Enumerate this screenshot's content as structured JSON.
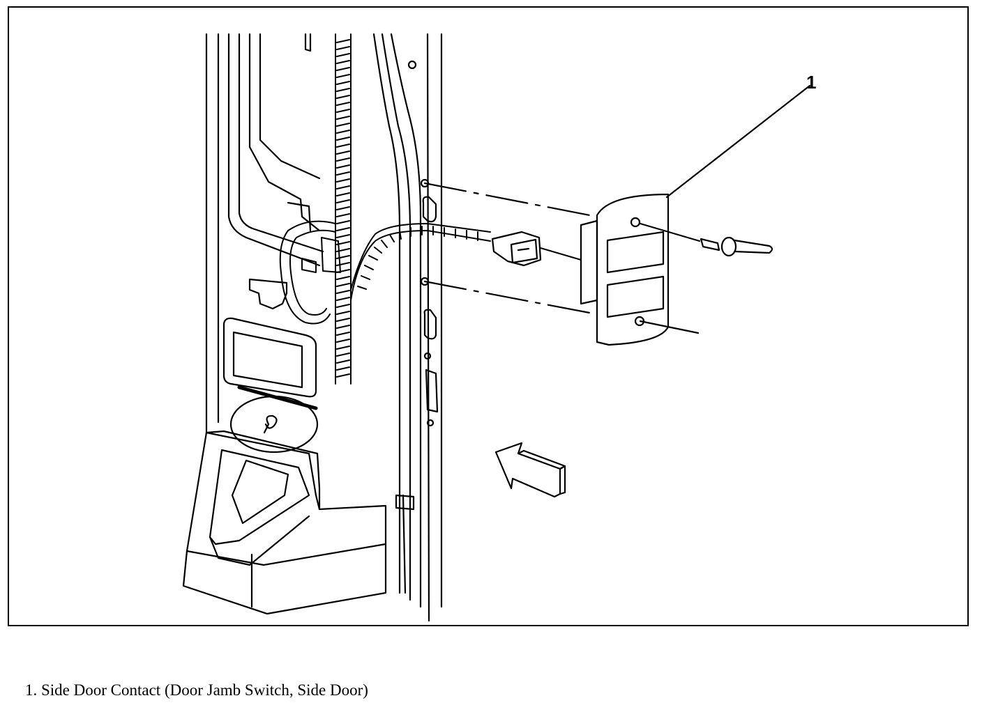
{
  "diagram": {
    "callout_label": "1",
    "legend": [
      {
        "number": "1.",
        "text": "Side Door Contact (Door Jamb Switch, Side Door)"
      }
    ]
  },
  "colors": {
    "line": "#000000",
    "background": "#ffffff"
  }
}
